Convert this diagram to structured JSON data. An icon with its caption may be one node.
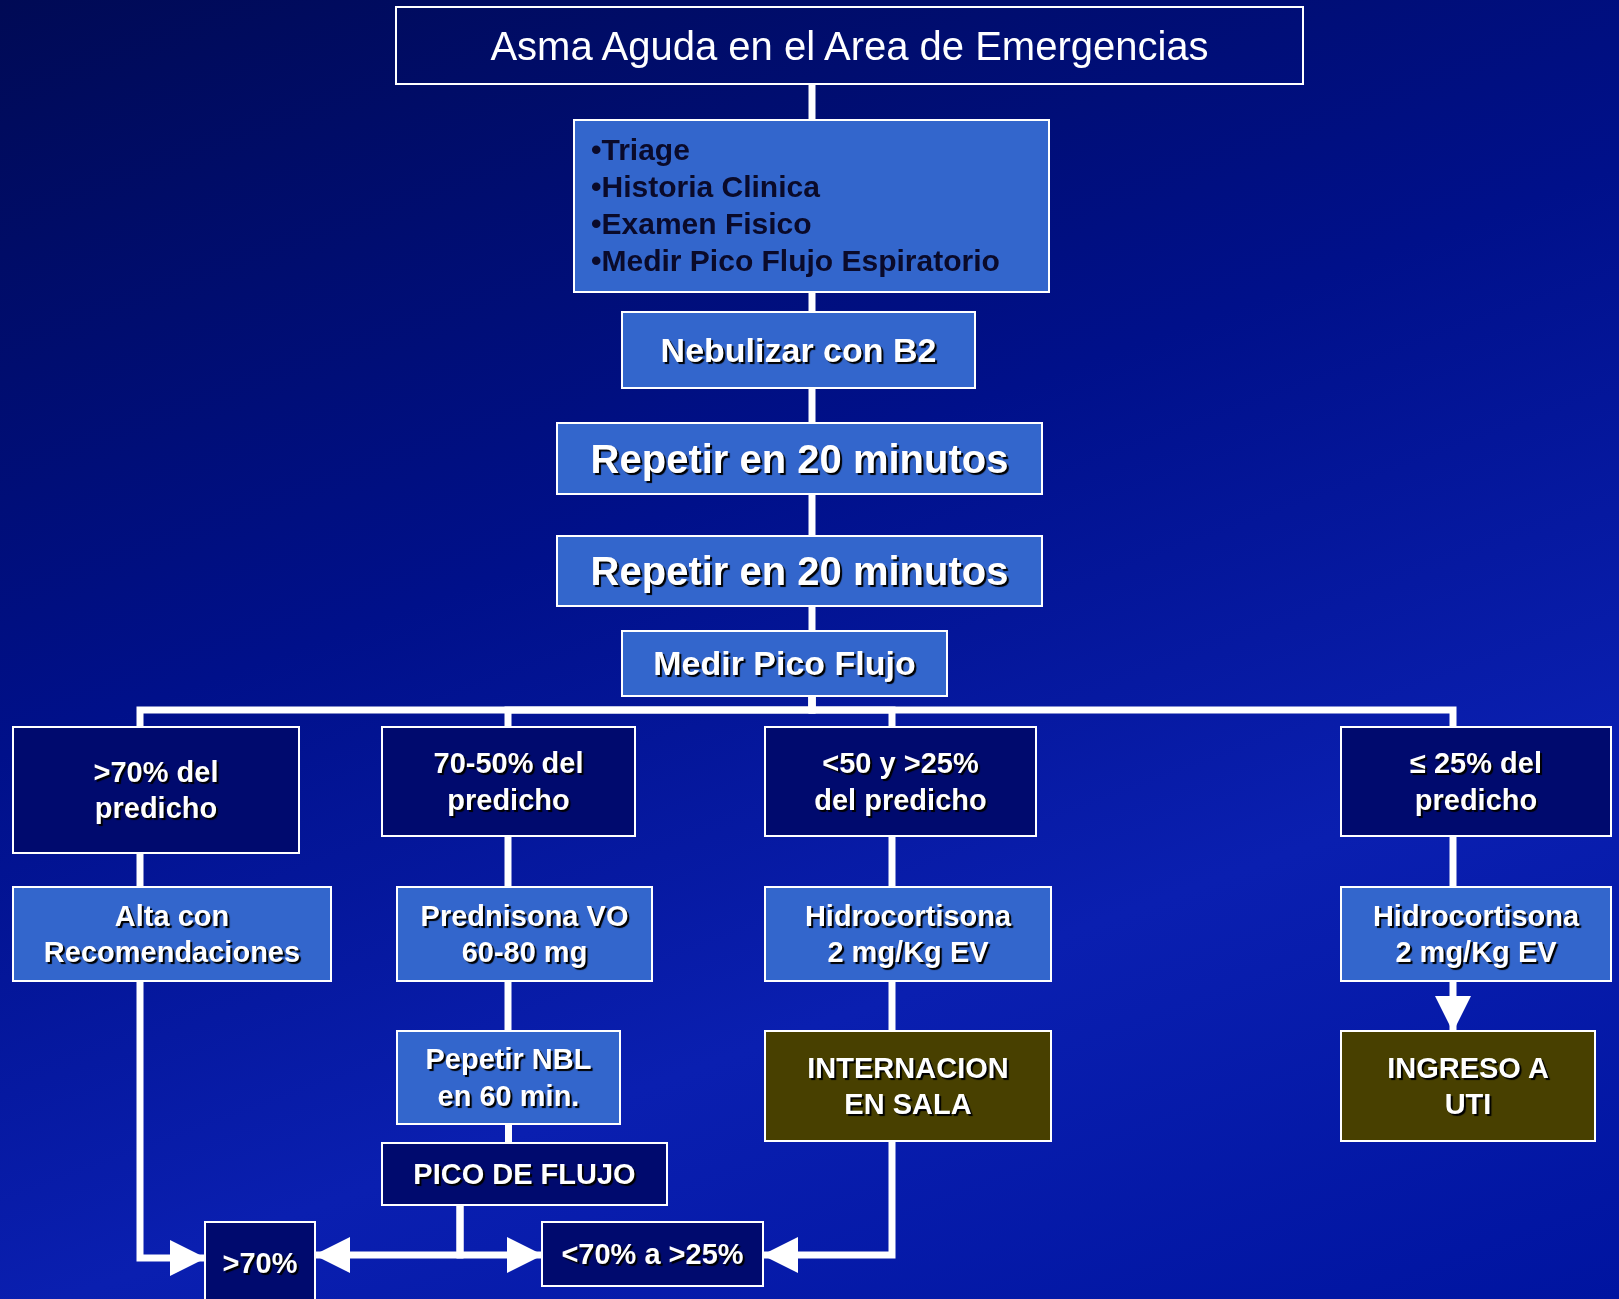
{
  "diagram": {
    "nodes": [
      {
        "text": [
          "Asma Aguda en el Area de Emergencias"
        ]
      },
      {
        "text": [
          "•Triage",
          "•Historia Clinica",
          "•Examen Fisico",
          "•Medir Pico Flujo Espiratorio"
        ]
      },
      {
        "text": [
          "Nebulizar con B2"
        ]
      },
      {
        "text": [
          "Repetir en 20 minutos"
        ]
      },
      {
        "text": [
          "Repetir en 20 minutos"
        ]
      },
      {
        "text": [
          "Medir Pico Flujo"
        ]
      },
      {
        "text": [
          ">70% del predicho"
        ]
      },
      {
        "text": [
          "70-50% del predicho"
        ]
      },
      {
        "text": [
          "<50 y >25% del predicho"
        ]
      },
      {
        "text": [
          "≤ 25% del predicho"
        ]
      },
      {
        "text": [
          "Alta con Recomendaciones"
        ]
      },
      {
        "text": [
          "Prednisona VO 60-80 mg"
        ]
      },
      {
        "text": [
          "Hidrocortisona 2 mg/Kg EV"
        ]
      },
      {
        "text": [
          "Hidrocortisona 2 mg/Kg EV"
        ]
      },
      {
        "text": [
          "Pepetir NBL en 60 min."
        ]
      },
      {
        "text": [
          "INTERNACION EN SALA"
        ]
      },
      {
        "text": [
          "INGRESO A UTI"
        ]
      },
      {
        "text": [
          "PICO DE FLUJO"
        ]
      },
      {
        "text": [
          ">70%"
        ]
      },
      {
        "text": [
          "<70% a >25%"
        ]
      }
    ],
    "edges": [
      {
        "from": 0,
        "to": 1,
        "arrow": "none"
      },
      {
        "from": 1,
        "to": 2,
        "arrow": "none"
      },
      {
        "from": 2,
        "to": 3,
        "arrow": "none"
      },
      {
        "from": 3,
        "to": 4,
        "arrow": "none"
      },
      {
        "from": 4,
        "to": 5,
        "arrow": "none"
      },
      {
        "from": 5,
        "to": 6,
        "arrow": "none"
      },
      {
        "from": 5,
        "to": 7,
        "arrow": "none"
      },
      {
        "from": 5,
        "to": 8,
        "arrow": "none"
      },
      {
        "from": 5,
        "to": 9,
        "arrow": "none"
      },
      {
        "from": 6,
        "to": 10,
        "arrow": "none"
      },
      {
        "from": 7,
        "to": 11,
        "arrow": "none"
      },
      {
        "from": 8,
        "to": 12,
        "arrow": "none"
      },
      {
        "from": 9,
        "to": 13,
        "arrow": "none"
      },
      {
        "from": 11,
        "to": 14,
        "arrow": "none"
      },
      {
        "from": 14,
        "to": 17,
        "arrow": "none"
      },
      {
        "from": 12,
        "to": 15,
        "arrow": "none"
      },
      {
        "from": 13,
        "to": 16,
        "arrow": "to"
      },
      {
        "from": 10,
        "to": 18,
        "arrow": "to"
      },
      {
        "from": 17,
        "to": 18,
        "arrow": "to"
      },
      {
        "from": 17,
        "to": 19,
        "arrow": "to"
      },
      {
        "from": 15,
        "to": 19,
        "arrow": "to"
      }
    ]
  }
}
